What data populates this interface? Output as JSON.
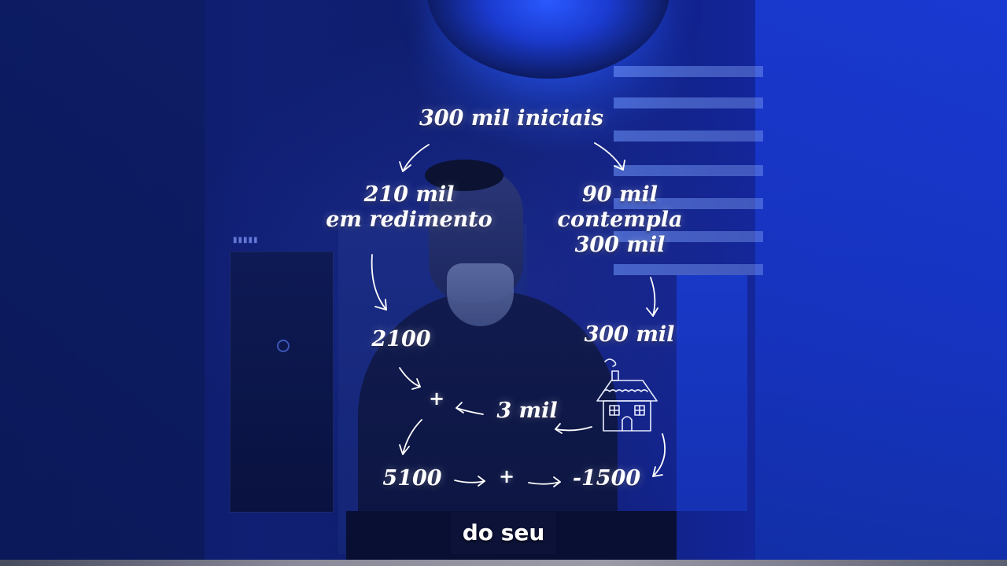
{
  "diagram": {
    "initial": "300 mil iniciais",
    "left_branch": "210 mil\nem redimento",
    "right_branch": "90 mil\ncontempla\n300 mil",
    "left_income": "2100",
    "right_value": "300 mil",
    "rent": "3 mil",
    "plus_top": "+",
    "sum_result": "5100",
    "plus_bottom": "+",
    "expense": "-1500"
  },
  "icons": {
    "house": "house-icon"
  },
  "subtitle": {
    "text": "do seu"
  }
}
